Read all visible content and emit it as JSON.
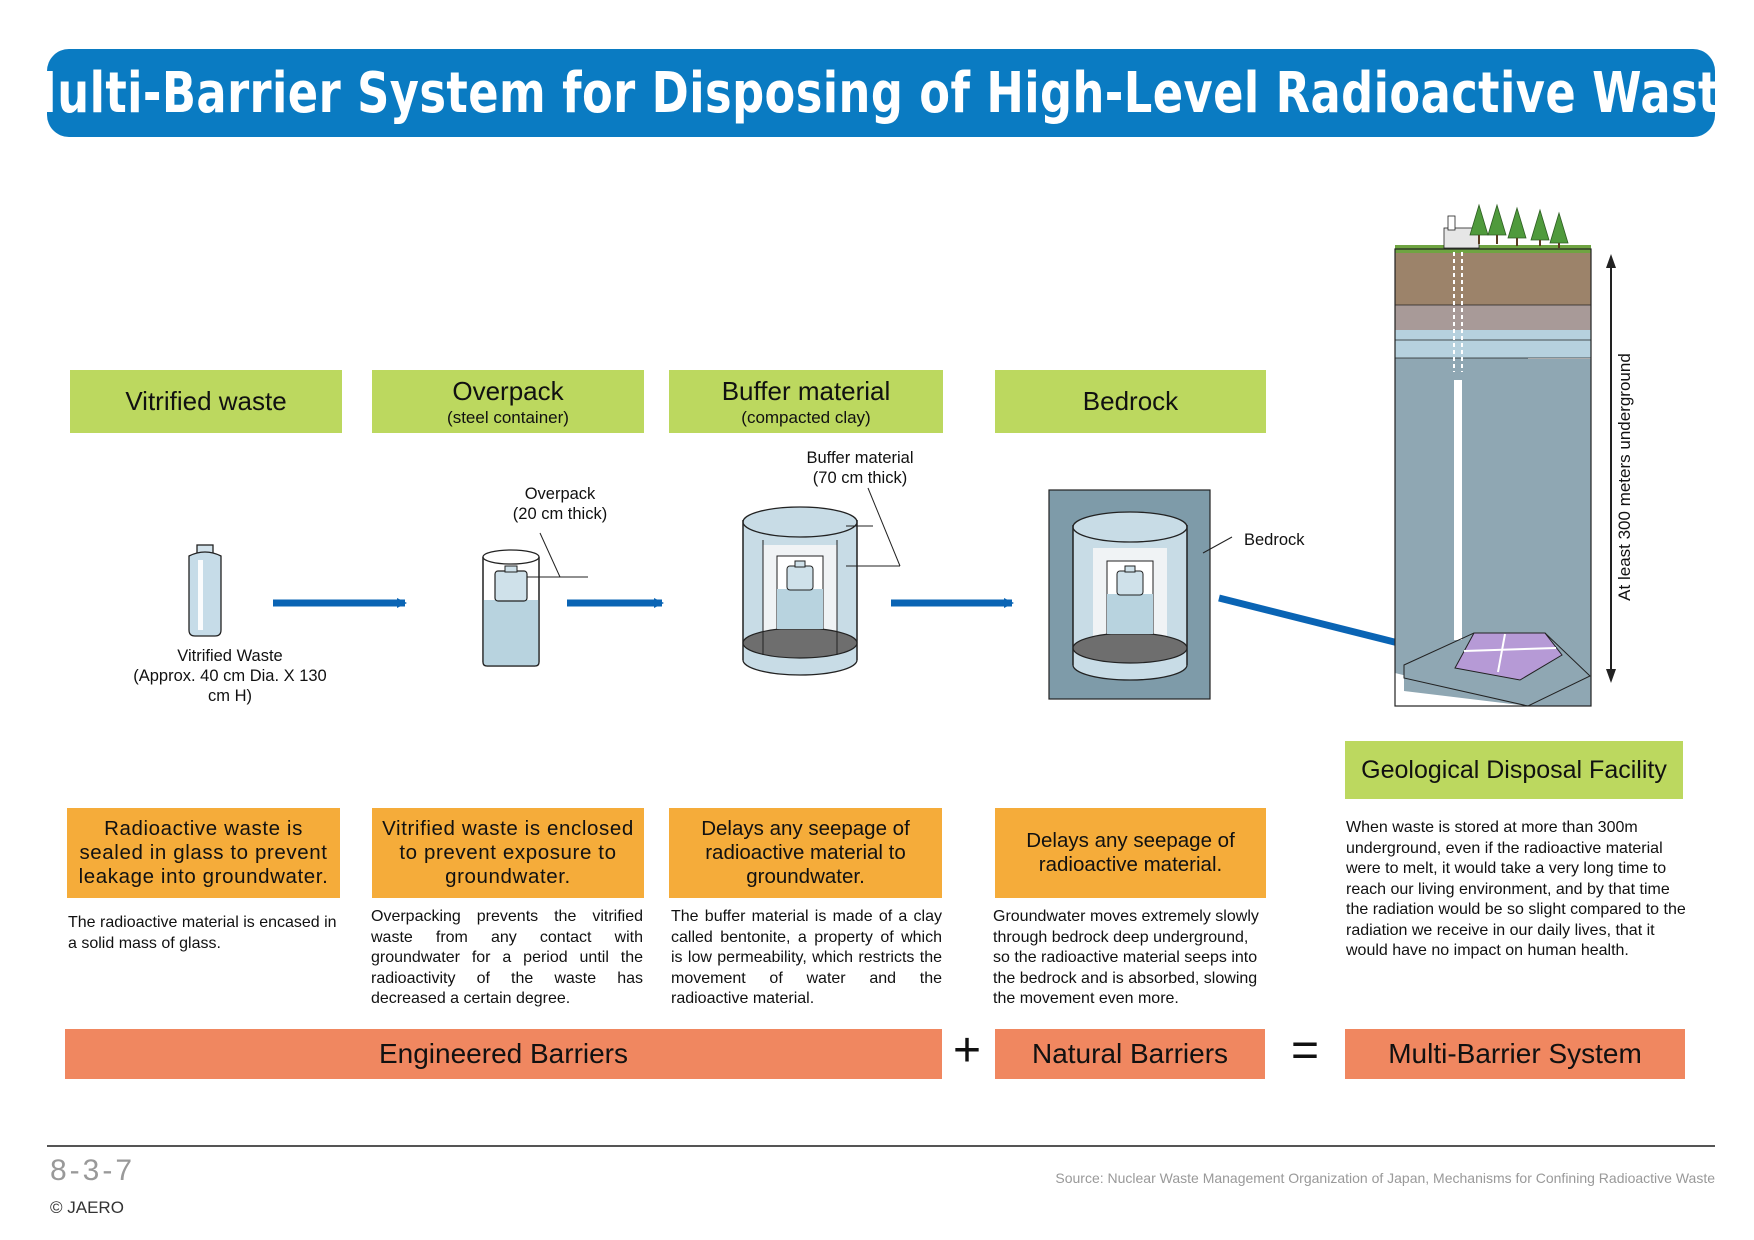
{
  "title": "Multi-Barrier System for Disposing of High-Level Radioactive Waste",
  "columns": [
    {
      "header": "Vitrified waste",
      "subheader": "",
      "summary": "Radioactive waste is sealed in glass to prevent leakage into groundwater.",
      "description": "The radioactive material is encased in a solid mass of glass."
    },
    {
      "header": "Overpack",
      "subheader": "(steel container)",
      "summary": "Vitrified waste is enclosed to prevent exposure to groundwater.",
      "description": "Overpacking prevents the vitrified waste from any contact with groundwater for a period until the radioactivity of the waste has decreased a certain degree."
    },
    {
      "header": "Buffer material",
      "subheader": "(compacted clay)",
      "summary": "Delays any seepage of radioactive material to groundwater.",
      "description": "The buffer material is made of a clay called bentonite, a property of which is low permeability, which restricts the movement of water and the radioactive material."
    },
    {
      "header": "Bedrock",
      "subheader": "",
      "summary": "Delays any seepage of radioactive material.",
      "description": "Groundwater moves extremely slowly through bedrock deep underground, so the radioactive material seeps into the bedrock and is absorbed, slowing the movement even more."
    }
  ],
  "facility": {
    "header": "Geological Disposal Facility",
    "description": "When waste is stored at more than 300m underground, even if the radioactive material were to melt, it would take a very long time to reach our living environment, and by that time the radiation would be so slight compared to the radiation we receive in our daily lives, that it would have no impact on human health.",
    "depth_label": "At least 300 meters underground"
  },
  "labels": {
    "vitrified_caption_1": "Vitrified Waste",
    "vitrified_caption_2": "(Approx. 40 cm Dia. X 130 cm H)",
    "overpack_1": "Overpack",
    "overpack_2": "(20 cm thick)",
    "buffer_1": "Buffer material",
    "buffer_2": "(70 cm thick)",
    "bedrock": "Bedrock"
  },
  "equation": {
    "engineered": "Engineered Barriers",
    "plus": "+",
    "natural": "Natural Barriers",
    "equals": "=",
    "result": "Multi-Barrier System"
  },
  "footer": {
    "page_number": "8-3-7",
    "copyright": "© JAERO",
    "source": "Source: Nuclear Waste Management Organization of Japan, Mechanisms for Confining Radioactive Waste"
  },
  "colors": {
    "title_blue": "#0a7bc2",
    "header_green": "#bcd85f",
    "summary_orange": "#f5ac3a",
    "barrier_salmon": "#f08760",
    "arrow_blue": "#0a64b4"
  }
}
